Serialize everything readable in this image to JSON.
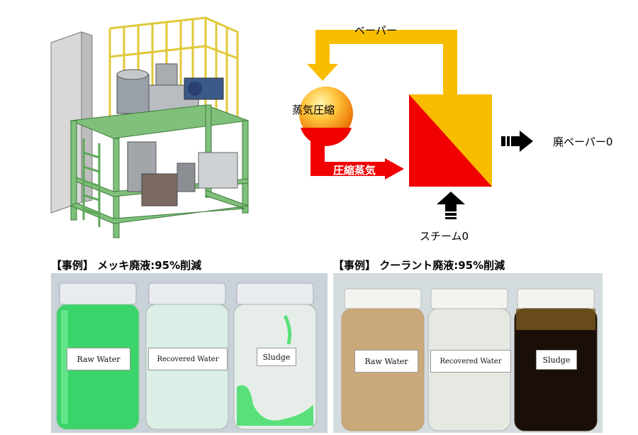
{
  "diagram": {
    "vapor_label": "ベーパー",
    "compressor_label": "蒸気圧縮",
    "compressed_steam_label": "圧縮蒸気",
    "waste_vapor_label": "廃ベーパー0",
    "steam_label": "スチーム0",
    "colors": {
      "vapor": "#F9BD00",
      "steam": "#F00000",
      "arrow": "#000000"
    }
  },
  "cases": [
    {
      "title": "【事例】 メッキ廃液:95%削減",
      "jars": [
        "Raw Water",
        "Recovered Water",
        "Sludge"
      ],
      "colors": {
        "raw": "#3AD46A",
        "recovered": "#DCEFE6",
        "sludge": "#5AE07A",
        "background": "#C9D2D8"
      }
    },
    {
      "title": "【事例】 クーラント廃液:95%削減",
      "jars": [
        "Raw Water",
        "Recovered Water",
        "Sludge"
      ],
      "colors": {
        "raw": "#C9A97A",
        "recovered": "#E6E8E2",
        "sludge": "#1A0F08",
        "background": "#D4DCDF"
      }
    }
  ],
  "machine": {
    "icon": "evaporator-machine-render"
  }
}
